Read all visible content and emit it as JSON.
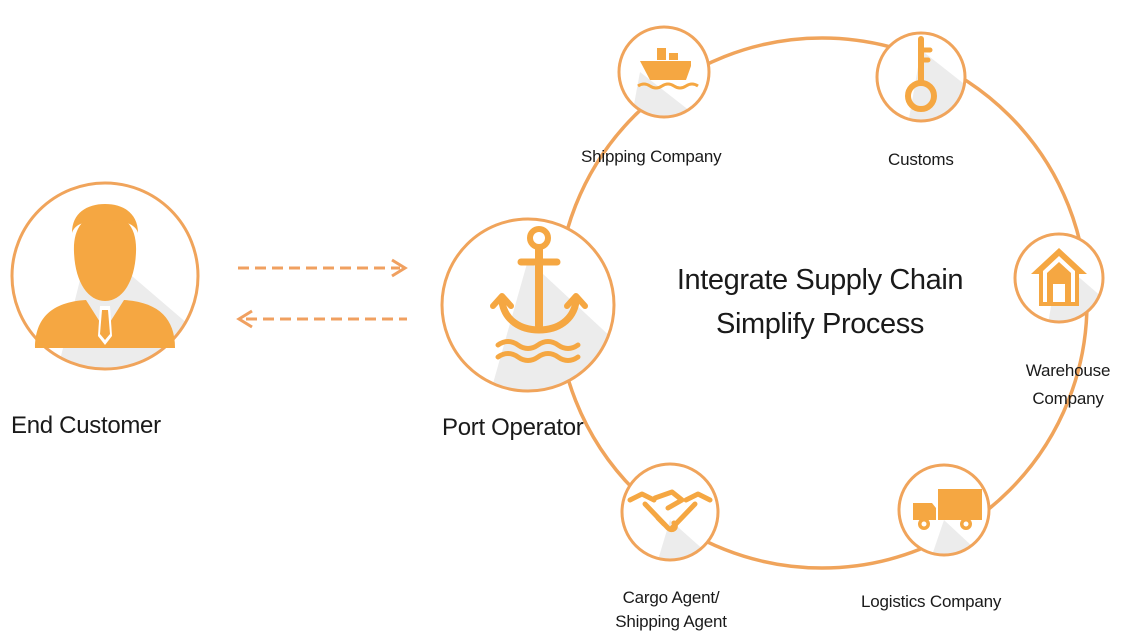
{
  "slogan": {
    "line1": "Integrate Supply Chain",
    "line2": "Simplify Process"
  },
  "nodes": {
    "end_customer": {
      "label": "End Customer",
      "icon": "person-icon"
    },
    "port_operator": {
      "label": "Port Operator",
      "icon": "anchor-icon"
    },
    "shipping_company": {
      "label": "Shipping Company",
      "icon": "ship-icon"
    },
    "customs": {
      "label": "Customs",
      "icon": "key-icon"
    },
    "warehouse_company": {
      "label_line1": "Warehouse",
      "label_line2": "Company",
      "icon": "house-icon"
    },
    "logistics_company": {
      "label": "Logistics Company",
      "icon": "truck-icon"
    },
    "cargo_agent": {
      "label_line1": "Cargo Agent/",
      "label_line2": "Shipping Agent",
      "icon": "handshake-icon"
    }
  },
  "colors": {
    "accent": "#f5a742",
    "ring": "#f0a45b",
    "arrow": "#f0a060",
    "shadow": "#ececec",
    "text": "#1a1a1a"
  }
}
